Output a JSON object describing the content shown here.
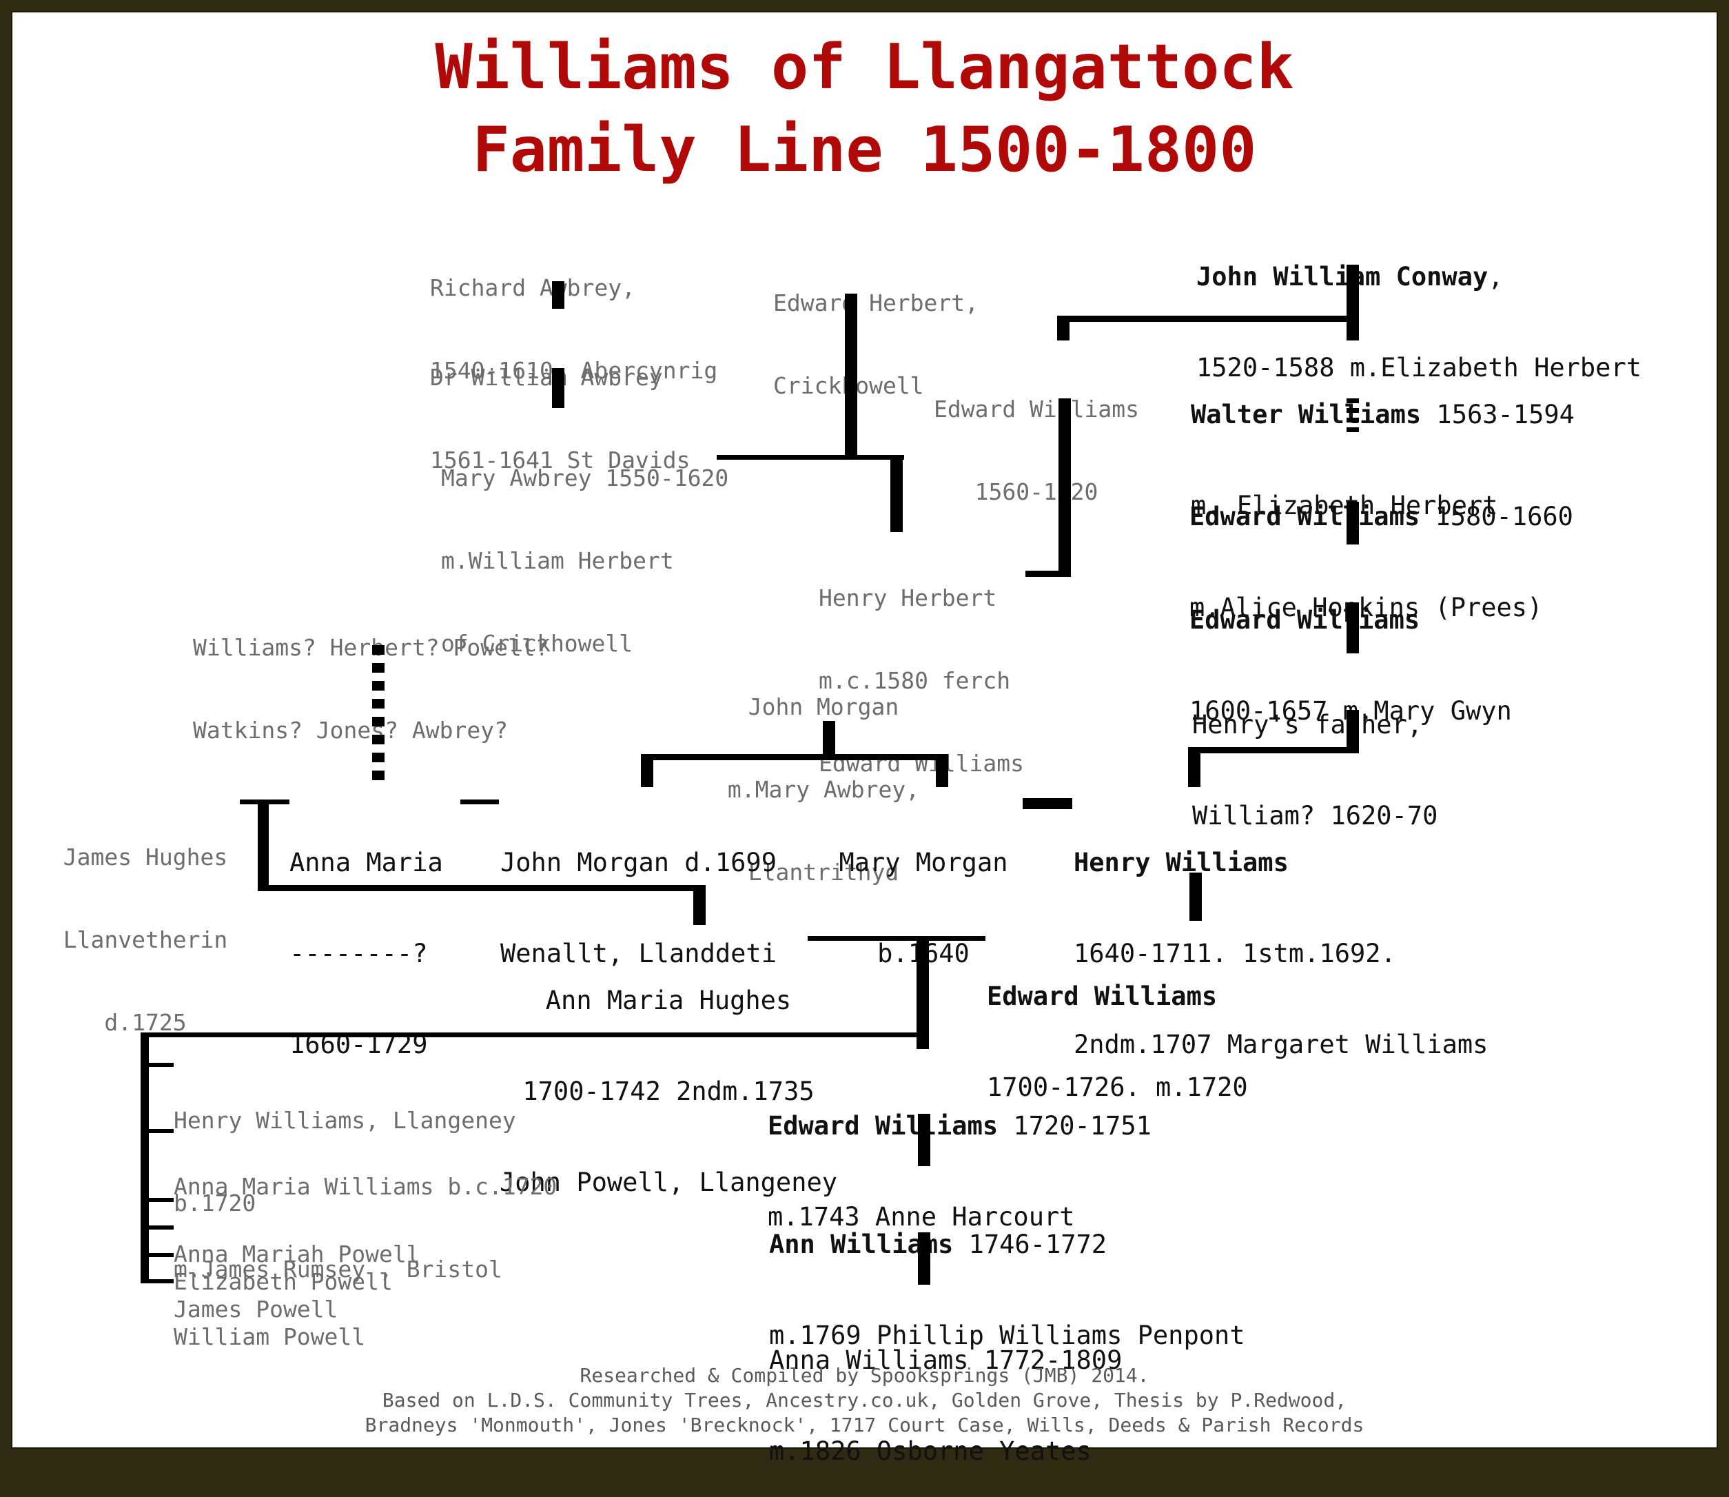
{
  "title": {
    "line1": "Williams of Llangattock",
    "line2": "Family Line 1500-1800",
    "color": "#b10808"
  },
  "people": {
    "conway": {
      "name": "John William Conway",
      "suffix": ",",
      "line2": "1520-1588 m.Elizabeth Herbert"
    },
    "walter": {
      "name": "Walter Williams",
      "dates": " 1563-1594",
      "line2": "m. Elizabeth Herbert"
    },
    "edward1580": {
      "name": "Edward Williams",
      "dates": " 1580-1660",
      "line2": "m.Alice Hopkins (Prees)"
    },
    "edward1600": {
      "name": "Edward Williams",
      "line2": "1600-1657 m.Mary Gwyn"
    },
    "henrys_father": {
      "line1": "Henry's father,",
      "line2": "William? 1620-70"
    },
    "henry": {
      "name": "Henry Williams",
      "line2": "1640-1711. 1stm.1692.",
      "line3": "2ndm.1707 Margaret Williams"
    },
    "edward1700": {
      "name": "Edward Williams",
      "line2": "1700-1726. m.1720"
    },
    "edward1720": {
      "name": "Edward Williams",
      "dates": " 1720-1751",
      "line2": "m.1743 Anne Harcourt"
    },
    "ann1746": {
      "name": "Ann Williams",
      "dates": " 1746-1772",
      "line2": "m.1769 Phillip Williams Penpont"
    },
    "anna1772": {
      "line1": "Anna Williams 1772-1809",
      "line2": "m.1826 Osborne Yeates"
    },
    "richard_awbrey": {
      "line1": "Richard Awbrey,",
      "line2": "1540-1610, Abercynrig"
    },
    "william_awbrey": {
      "line1": "Dr William Awbrey",
      "line2": "1561-1641 St Davids"
    },
    "mary_awbrey": {
      "line1": "Mary Awbrey 1550-1620",
      "line2": "m.William Herbert",
      "line3": "of Crickhowell"
    },
    "edward_herbert": {
      "line1": "Edward Herbert,",
      "line2": "Crickhowell"
    },
    "edward1560": {
      "line1": "Edward Williams",
      "line2": "1560-1620"
    },
    "henry_herbert": {
      "line1": "Henry Herbert",
      "line2": "m.c.1580 ferch",
      "line3": "Edward Williams"
    },
    "unknown_parents": {
      "line1": "Williams? Herbert? Powell?",
      "line2": "Watkins? Jones? Awbrey?"
    },
    "john_morgan_sr": {
      "line1": "John Morgan",
      "line2": "m.Mary Awbrey,",
      "line3": "Llantrithyd"
    },
    "james_hughes": {
      "line1": "James Hughes",
      "line2": "Llanvetherin",
      "line3": "d.1725"
    },
    "anna_maria": {
      "line1": "Anna Maria",
      "line2": "--------?",
      "line3": "1660-1729"
    },
    "john_morgan": {
      "line1": "John Morgan d.1699",
      "line2": "Wenallt, Llanddeti"
    },
    "mary_morgan": {
      "line1": "Mary Morgan",
      "line2": "b.1640"
    },
    "ann_maria_hughes": {
      "line1": "Ann Maria Hughes",
      "line2": "1700-1742 2ndm.1735",
      "line3": "John Powell, Llangeney"
    }
  },
  "children": [
    {
      "line1": "Henry Williams, Llangeney",
      "line2": "b.1720"
    },
    {
      "line1": "Anna Maria Williams b.c.1720",
      "line2": "m.James Rumsey , Bristol"
    },
    {
      "line1": "Anna Mariah Powell"
    },
    {
      "line1": "Elizabeth Powell"
    },
    {
      "line1": "James Powell"
    },
    {
      "line1": "William Powell"
    }
  ],
  "credits": {
    "line1": "Researched & Compiled by Spooksprings (JMB) 2014.",
    "line2": "Based on L.D.S. Community Trees, Ancestry.co.uk, Golden Grove, Thesis by P.Redwood,",
    "line3": "Bradneys 'Monmouth', Jones 'Brecknock', 1717 Court Case, Wills, Deeds & Parish Records"
  }
}
